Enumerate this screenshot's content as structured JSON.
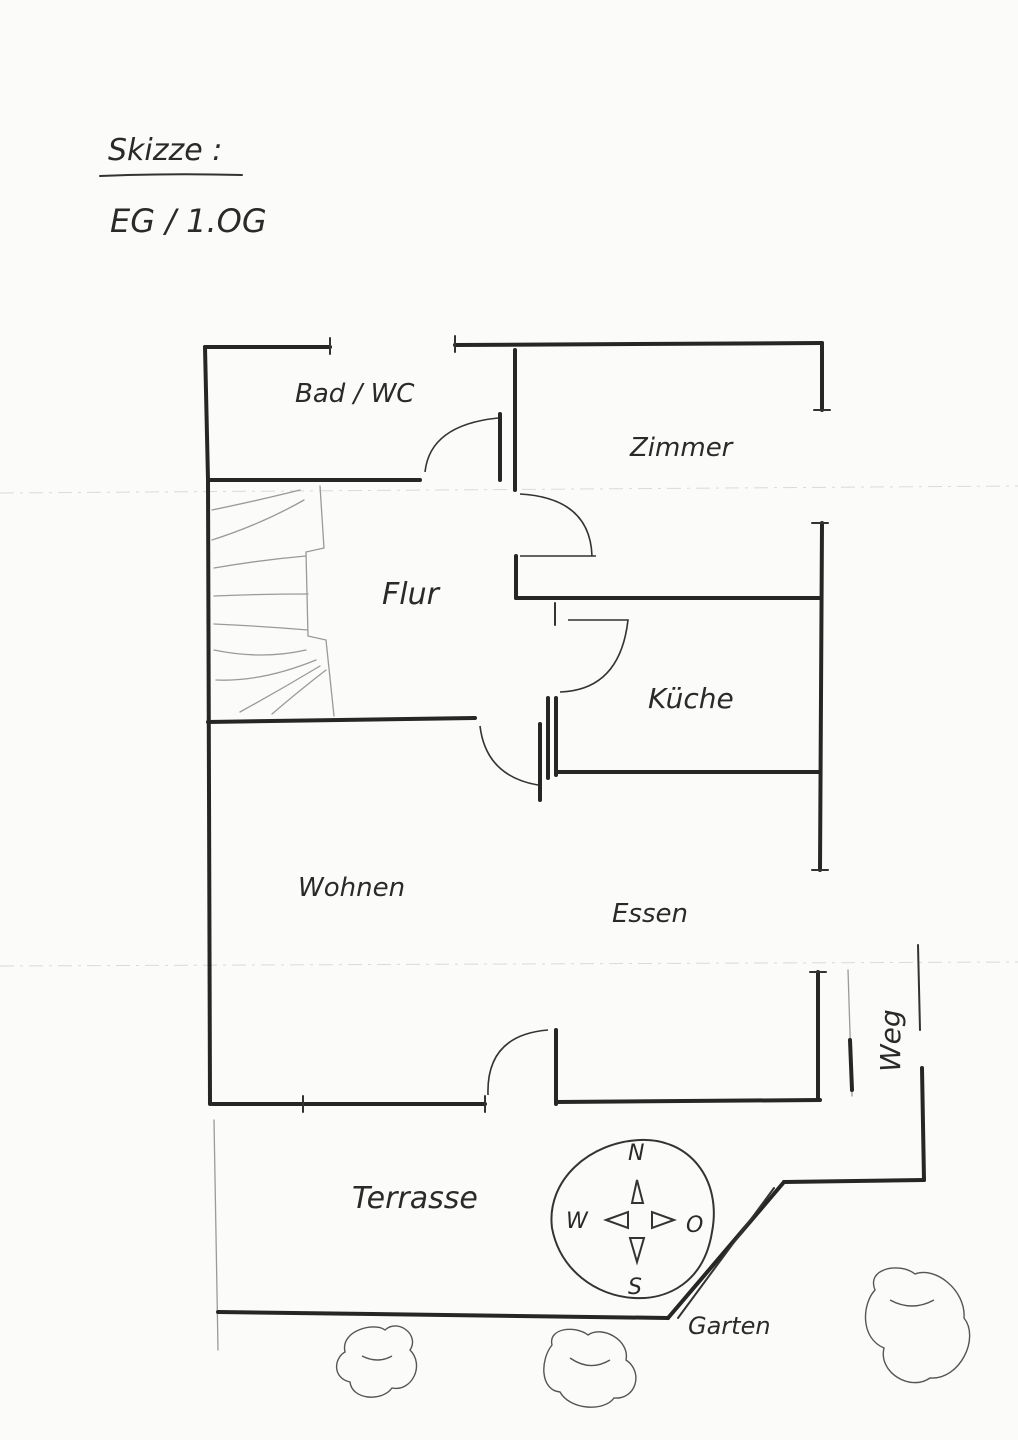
{
  "sketch": {
    "heading": "Skizze :",
    "subheading": "EG / 1.OG",
    "rooms": {
      "bath": "Bad / WC",
      "room": "Zimmer",
      "hall": "Flur",
      "kitchen": "Küche",
      "living": "Wohnen",
      "dining": "Essen",
      "terrace": "Terrasse",
      "path": "Weg",
      "garden": "Garten"
    },
    "compass": {
      "north": "N",
      "south": "S",
      "west": "W",
      "east": "O"
    }
  }
}
